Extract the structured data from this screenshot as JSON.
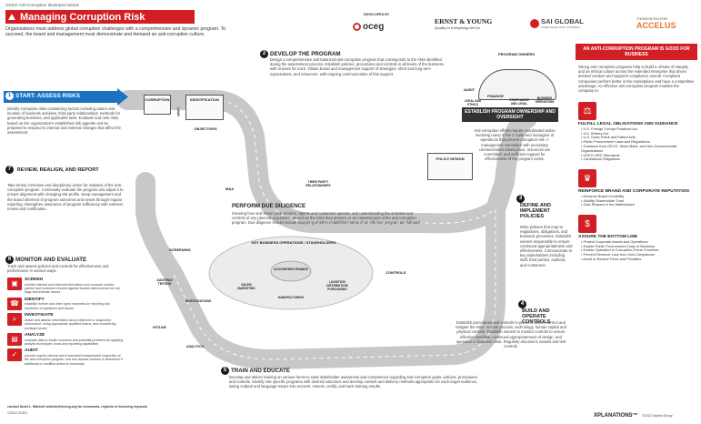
{
  "header": {
    "series": "OCEG Anti-Corruption Illustrated Series",
    "title": "Managing Corruption Risk",
    "intro": "Organizations must address global corruption challenges with a comprehensive and dynamic program. To succeed, the board and management must demonstrate and demand an anti-corruption culture.",
    "developed_by": "DEVELOPED BY",
    "logos": {
      "oceg": "oceg",
      "ey": "ERNST & YOUNG",
      "ey_tagline": "Quality In Everything We Do",
      "sai": "SAI GLOBAL",
      "sai_tagline": "COMPLIANCE. RISK. STRATEGY.",
      "thomson": "THOMSON REUTERS",
      "accelus": "ACCELUS"
    }
  },
  "steps": {
    "s1": {
      "num": "1",
      "title": "START: ASSESS RISKS",
      "text": "Identify corruption risks considering factors including nature and location of business activities, third party relationships, methods for generating business, and applicable laws. Evaluate and rank risks based on the organization's established risk appetite and be prepared to respond to internal and external changes that affect the assessment."
    },
    "s2": {
      "num": "2",
      "title": "DEVELOP THE PROGRAM",
      "text": "Design a comprehensive and balanced anti-corruption program that corresponds to the risks identified during the assessment process. Establish policies, procedures and controls in all levels of the business, with reviews for each. Obtain board and management support of strategies, short and long term expectations, and resources, with ongoing communication of this support."
    },
    "s3": {
      "num": "3",
      "title": "DEFINE AND IMPLEMENT POLICIES",
      "text": "Write policies that map to regulations, obligations, and business processes. Establish owners responsible to ensure continued appropriateness and effectiveness. Communicate to key stakeholders including staff, third parties, auditors, and customers."
    },
    "s4": {
      "num": "4",
      "title": "BUILD AND OPERATE CONTROLS",
      "text": "Establish procedures and controls to prevent, detect, correct and mitigate the risks. Include process, technology, human capital and physical controls. Establish owners to monitor controls to ensure effective workflow, continued appropriateness of design, and operation in business units. Regularly document, assess and test controls."
    },
    "s5": {
      "num": "5",
      "title": "TRAIN AND EDUCATE",
      "text": "Develop and deliver training on various forms to raise stakeholder awareness and competence regarding anti-corruption goals, policies, procedures and controls. Identify role specific programs with desired outcomes and develop content and delivery methods appropriate for each target audience, taking cultural and language issues into account. Assess, certify, and track training results."
    },
    "s6": {
      "num": "6",
      "title": "MONITOR AND EVALUATE",
      "text": "Track and assess policies and controls for effectiveness and performance in various ways."
    },
    "s7": {
      "num": "7",
      "title": "REVIEW, REALIGN, AND REPORT",
      "text": "Take timely corrective and disciplinary action for violation of the anti-corruption program. Continually evaluate the program and adjust it to ensure alignment with changing risk profile. Keep management and the board informed of program outcomes and needs through regular reporting. Strengthen assurance of program sufficiency with external review and certification."
    }
  },
  "monitor_items": [
    {
      "icon": "screen-icon",
      "title": "SCREEN",
      "text": "monitor internal and external information and compare vendor, partner and customer records against trusted data sources for red flags that indicate issues"
    },
    {
      "icon": "identify-icon",
      "title": "IDENTIFY",
      "text": "establish hotline and other open channels for reporting and resolution of questions and issues"
    },
    {
      "icon": "investigate-icon",
      "title": "INVESTIGATE",
      "text": "obtain and assess information about observed or suspected misconduct, using appropriate qualified teams, and considering privilege issues"
    },
    {
      "icon": "analyze-icon",
      "title": "ANALYZE",
      "text": "evaluate data to locate concerns and potential problems by applying analytic techniques, tools and reporting capabilities"
    },
    {
      "icon": "audit-icon",
      "title": "AUDIT",
      "text": "provide regular internal and if warranted independent inspection of the anti-corruption program, test and assess controls to determine if additional or modified action is necessary"
    }
  ],
  "diagram_labels": {
    "corruption": "CORRUPTION",
    "identification": "IDENTIFICATION",
    "objectives": "OBJECTIVES",
    "laws": "LAWS",
    "m_and_a": "M&A",
    "third_party": "THIRD PARTY RELATIONSHIPS",
    "perform_dd_title": "PERFORM DUE DILIGENCE",
    "perform_dd_text": "Knowing how and where your vendors, agents and customers operate, and understanding the activities and controls of any planned acquisition, as well as the risks they present, is an essential part of the anti-corruption program. Due diligence should include analyzing whether established steps of an effective program are followed.",
    "key_ops": "KEY BUSINESS OPERATIONS / STAKEHOLDERS",
    "accounting": "ACCOUNTING/ FINANCE",
    "sales": "SALES/ MARKETING",
    "logistics": "LOGISTICS/ DISTRIBUTION/ PURCHASING",
    "manufacturing": "MANUFACTURING",
    "policy_design": "POLICY DESIGN",
    "controls": "CONTROLS",
    "screening": "SCREENING",
    "auditing": "AUDITING/ TESTING",
    "investigations": "INVESTIGATIONS",
    "hotline": "HOTLINE",
    "analytics": "ANALYTICS",
    "program_owners": "PROGRAM OWNERS",
    "audit": "AUDIT",
    "finance": "FINANCE",
    "legal": "LEGAL AND ETHICS",
    "compliance": "COMPLIANCE AND LEGAL",
    "business_ops": "BUSINESS OPERATIONS",
    "ownership_title": "ESTABLISH PROGRAM OWNERSHIP AND OVERSIGHT",
    "ownership_text": "Anti-corruption efforts require coordinated action involving many in the C-suite and managers of operations that present corruption risk. A management committee with necessary communication takes place, resources are committed, and sufficient support for effectiveness of the program exists."
  },
  "right_panel": {
    "header": "AN ANTI-CORRUPTION PROGRAM IS GOOD FOR BUSINESS",
    "intro": "Strong anti-corruption programs help to build a climate of integrity and an ethical culture across the extended enterprise that drives desired conduct and supports compliance overall. Compliant companies perform better in the marketplace and have a competitive advantage. An effective anti-corruption program enables the company to:",
    "sections": [
      {
        "icon": "gavel-icon",
        "title": "FULFILL LEGAL OBLIGATIONS AND GUIDANCE",
        "items": [
          "U.S. Foreign Corrupt Practices Act",
          "U.K. Bribery Act",
          "U.S. Dodd-Frank and Patriot Acts",
          "Public Procurement Laws and Regulations",
          "Guidance from OECD, World Bank, and Non-Governmental Organizations",
          "OCEG GRC Standards",
          "Contractual Obligations"
        ]
      },
      {
        "icon": "brand-icon",
        "title": "REINFORCE BRAND AND CORPORATE REPUTATION",
        "items": [
          "Enhance Brand Credibility",
          "Solidify Shareholder Trust",
          "Gain Respect in the Marketplace"
        ]
      },
      {
        "icon": "money-icon",
        "title": "ASSURE THE BOTTOM LINE",
        "items": [
          "Protect Corporate Assets and Operations",
          "Enable Public Procurement Lines of Business",
          "Enable Operation in Corruption-Prone Countries",
          "Prevent Revenue Loss from Non-Compliance",
          "Avoid or Reduce Fines and Penalties"
        ]
      }
    ]
  },
  "footer": {
    "contact": "contact Scott L. Mitchell smitchell@oceg.org for comments, reprints or licensing requests",
    "copyright_left": "©2012 OCEG",
    "xplanations": "XPLANATIONS™",
    "copyright_right": "©2012 Dachis Group"
  },
  "colors": {
    "red": "#d21f26",
    "blue": "#1b72c0",
    "road": "#c8c8c8"
  }
}
